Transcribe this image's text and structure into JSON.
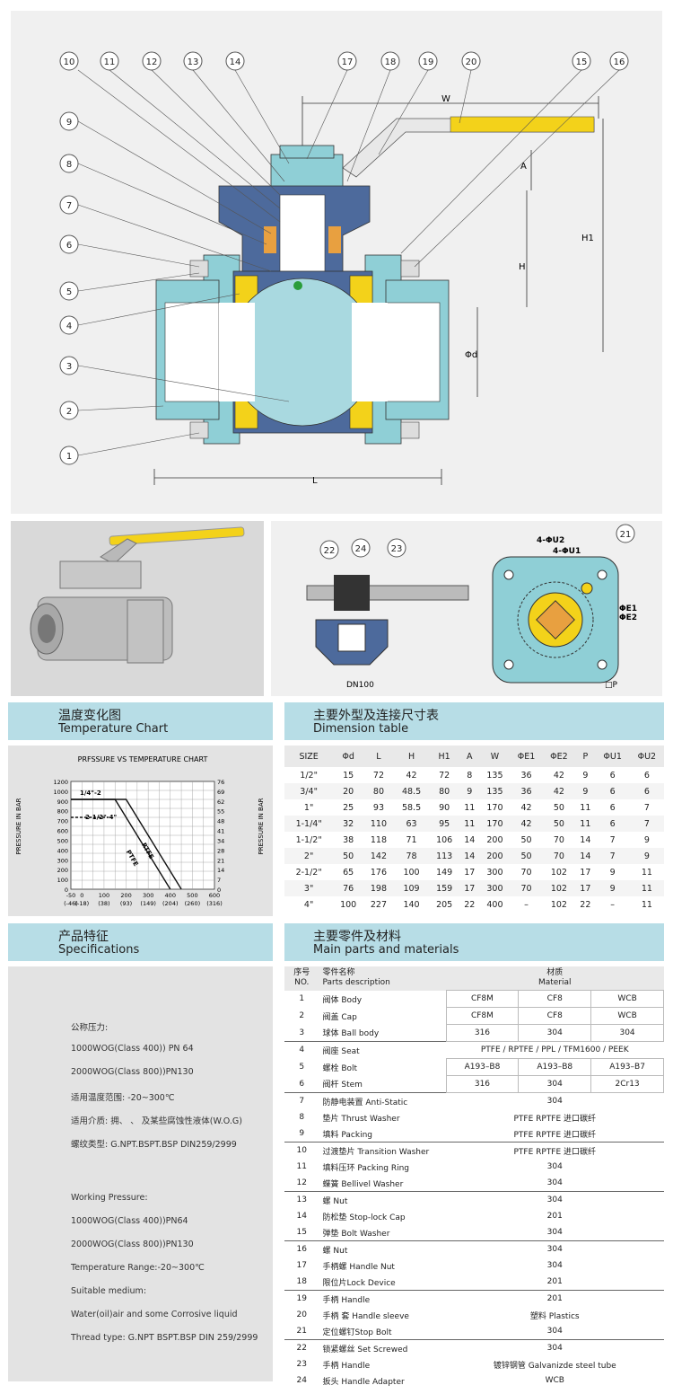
{
  "drawing": {
    "callouts": [
      "1",
      "2",
      "3",
      "4",
      "5",
      "6",
      "7",
      "8",
      "9",
      "10",
      "11",
      "12",
      "13",
      "14",
      "15",
      "16",
      "17",
      "18",
      "19",
      "20"
    ],
    "dim_labels": {
      "w": "W",
      "a": "A",
      "h": "H",
      "h1": "H1",
      "phid": "Φd",
      "l": "L"
    }
  },
  "detail": {
    "callouts": [
      "22",
      "24",
      "23",
      "21"
    ],
    "dn_label": "DN100",
    "flange_labels": {
      "u2": "4-ΦU2",
      "u1": "4-ΦU1",
      "e1": "ΦE1",
      "e2": "ΦE2",
      "p": "□P"
    }
  },
  "sections": {
    "temperature": {
      "cn": "温度变化图",
      "en": "Temperature Chart"
    },
    "dimension": {
      "cn": "主要外型及连接尺寸表",
      "en": "Dimension table"
    },
    "specifications": {
      "cn": "产品特征",
      "en": "Specifications"
    },
    "parts": {
      "cn": "主要零件及材料",
      "en": "Main parts and materials"
    }
  },
  "chart_data": {
    "type": "line",
    "title": "PRFSSURE VS TEMPERATURE CHART",
    "ylabel": "PRESSURE IN BAR",
    "ylabel_right": "PRESSURE IN BAR",
    "y_ticks_left": [
      "1200",
      "1000",
      "900",
      "800",
      "700",
      "600",
      "500",
      "400",
      "300",
      "200",
      "100",
      "0"
    ],
    "y_ticks_right": [
      "76",
      "69",
      "62",
      "55",
      "48",
      "41",
      "34",
      "28",
      "21",
      "14",
      "7",
      "0"
    ],
    "x_ticks": [
      "-50",
      "0",
      "100",
      "200",
      "300",
      "400",
      "500",
      "600"
    ],
    "x_ticks_c": [
      "(-46)",
      "(-18)",
      "(38)",
      "(93)",
      "(149)",
      "(204)",
      "(260)",
      "(316)"
    ],
    "series_labels": [
      "1/4\"-2",
      "2-1/2\"-4\"",
      "RTFE",
      "PTFE"
    ],
    "series": [
      {
        "name": "RTFE",
        "x": [
          -50,
          200,
          450
        ],
        "y": [
          1000,
          1000,
          0
        ]
      },
      {
        "name": "PTFE",
        "x": [
          -50,
          150,
          400
        ],
        "y": [
          1000,
          1000,
          0
        ]
      },
      {
        "name": "2-1/2\"-4\"",
        "x": [
          -50,
          120
        ],
        "y": [
          800,
          800
        ]
      }
    ],
    "xlim": [
      -50,
      600
    ],
    "ylim": [
      0,
      1200
    ],
    "grid": true
  },
  "dimension_table": {
    "headers": [
      "SIZE",
      "Φd",
      "L",
      "H",
      "H1",
      "A",
      "W",
      "ΦE1",
      "ΦE2",
      "P",
      "ΦU1",
      "ΦU2"
    ],
    "rows": [
      [
        "1/2\"",
        "15",
        "72",
        "42",
        "72",
        "8",
        "135",
        "36",
        "42",
        "9",
        "6",
        "6"
      ],
      [
        "3/4\"",
        "20",
        "80",
        "48.5",
        "80",
        "9",
        "135",
        "36",
        "42",
        "9",
        "6",
        "6"
      ],
      [
        "1\"",
        "25",
        "93",
        "58.5",
        "90",
        "11",
        "170",
        "42",
        "50",
        "11",
        "6",
        "7"
      ],
      [
        "1-1/4\"",
        "32",
        "110",
        "63",
        "95",
        "11",
        "170",
        "42",
        "50",
        "11",
        "6",
        "7"
      ],
      [
        "1-1/2\"",
        "38",
        "118",
        "71",
        "106",
        "14",
        "200",
        "50",
        "70",
        "14",
        "7",
        "9"
      ],
      [
        "2\"",
        "50",
        "142",
        "78",
        "113",
        "14",
        "200",
        "50",
        "70",
        "14",
        "7",
        "9"
      ],
      [
        "2-1/2\"",
        "65",
        "176",
        "100",
        "149",
        "17",
        "300",
        "70",
        "102",
        "17",
        "9",
        "11"
      ],
      [
        "3\"",
        "76",
        "198",
        "109",
        "159",
        "17",
        "300",
        "70",
        "102",
        "17",
        "9",
        "11"
      ],
      [
        "4\"",
        "100",
        "227",
        "140",
        "205",
        "22",
        "400",
        "–",
        "102",
        "22",
        "–",
        "11"
      ]
    ]
  },
  "specifications": {
    "cn_lines": [
      "公称压力:",
      "1000WOG(Class 400)) PN 64",
      "2000WOG(Class 800))PN130",
      "适用温度范围: -20~300℃",
      "适用介质: 拥、  、 及某些腐蚀性液体(W.O.G)",
      "螺纹类型: G.NPT.BSPT.BSP DIN259/2999"
    ],
    "en_lines": [
      "Working Pressure:",
      "1000WOG(Class 400))PN64",
      "2000WOG(Class 800))PN130",
      "Temperature Range:-20~300℃",
      "Suitable medium:",
      "Water(oil)air and some Corrosive liquid",
      "Thread type: G.NPT BSPT.BSP DIN 259/2999"
    ]
  },
  "parts_table": {
    "header": {
      "no_cn": "序号",
      "no_en": "NO.",
      "name_cn": "零件名称",
      "name_en": "Parts description",
      "mat_cn": "材质",
      "mat_en": "Material"
    },
    "rows": [
      {
        "no": "1",
        "name": "阀体 Body",
        "m": [
          "CF8M",
          "CF8",
          "WCB"
        ]
      },
      {
        "no": "2",
        "name": "阀盖 Cap",
        "m": [
          "CF8M",
          "CF8",
          "WCB"
        ]
      },
      {
        "no": "3",
        "name": "球体 Ball body",
        "m": [
          "316",
          "304",
          "304"
        ]
      },
      {
        "no": "4",
        "name": "阀座 Seat",
        "m": [
          "PTFE / RPTFE / PPL / TFM1600 / PEEK"
        ]
      },
      {
        "no": "5",
        "name": "螺栓 Bolt",
        "m": [
          "A193–B8",
          "A193–B8",
          "A193–B7"
        ]
      },
      {
        "no": "6",
        "name": "阀杆 Stem",
        "m": [
          "316",
          "304",
          "2Cr13"
        ]
      },
      {
        "no": "7",
        "name": "防静电装置 Anti-Static",
        "m": [
          "304"
        ]
      },
      {
        "no": "8",
        "name": "垫片 Thrust Washer",
        "m": [
          "PTFE RPTFE 进口碳纤"
        ]
      },
      {
        "no": "9",
        "name": "填料 Packing",
        "m": [
          "PTFE RPTFE 进口碳纤"
        ]
      },
      {
        "no": "10",
        "name": "过渡垫片 Transition Washer",
        "m": [
          "PTFE  RPTFE 进口碳纤"
        ]
      },
      {
        "no": "11",
        "name": "填料压环 Packing Ring",
        "m": [
          "304"
        ]
      },
      {
        "no": "12",
        "name": "蝶簧 Bellivel Washer",
        "m": [
          "304"
        ]
      },
      {
        "no": "13",
        "name": "螺     Nut",
        "m": [
          "304"
        ]
      },
      {
        "no": "14",
        "name": "防松垫 Stop-lock Cap",
        "m": [
          "201"
        ]
      },
      {
        "no": "15",
        "name": "弹垫  Bolt Washer",
        "m": [
          "304"
        ]
      },
      {
        "no": "16",
        "name": "螺     Nut",
        "m": [
          "304"
        ]
      },
      {
        "no": "17",
        "name": "手柄螺    Handle Nut",
        "m": [
          "304"
        ]
      },
      {
        "no": "18",
        "name": "限位片Lock Device",
        "m": [
          "201"
        ]
      },
      {
        "no": "19",
        "name": "手柄   Handle",
        "m": [
          "201"
        ]
      },
      {
        "no": "20",
        "name": "手柄 套 Handle sleeve",
        "m": [
          "塑料 Plastics"
        ]
      },
      {
        "no": "21",
        "name": "定位螺钉Stop Bolt",
        "m": [
          "304"
        ]
      },
      {
        "no": "22",
        "name": "锁紧螺丝 Set Screwed",
        "m": [
          "304"
        ]
      },
      {
        "no": "23",
        "name": "手柄  Handle",
        "m": [
          "镀锌钢管 Galvanizde steel tube"
        ]
      },
      {
        "no": "24",
        "name": "扳头  Handle Adapter",
        "m": [
          "WCB"
        ]
      }
    ]
  },
  "colors": {
    "section_bar": "#b7dde6",
    "body": "#8fcfd6",
    "body_dark": "#4d6a9c",
    "seat": "#f3d21a",
    "ball": "#a9d9e0",
    "panel": "#e3e3e3"
  }
}
